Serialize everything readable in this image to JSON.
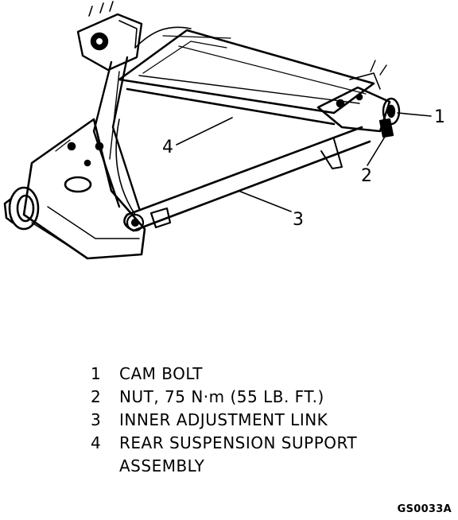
{
  "callouts": [
    "1",
    "2",
    "3",
    "4"
  ],
  "legend": [
    {
      "number": "1",
      "text": "CAM BOLT"
    },
    {
      "number": "2",
      "text": "NUT, 75 N·m (55 LB. FT.)"
    },
    {
      "number": "3",
      "text": "INNER ADJUSTMENT LINK"
    },
    {
      "number": "4",
      "text": "REAR SUSPENSION SUPPORT\nASSEMBLY"
    }
  ],
  "figure_code": "GS0033A"
}
